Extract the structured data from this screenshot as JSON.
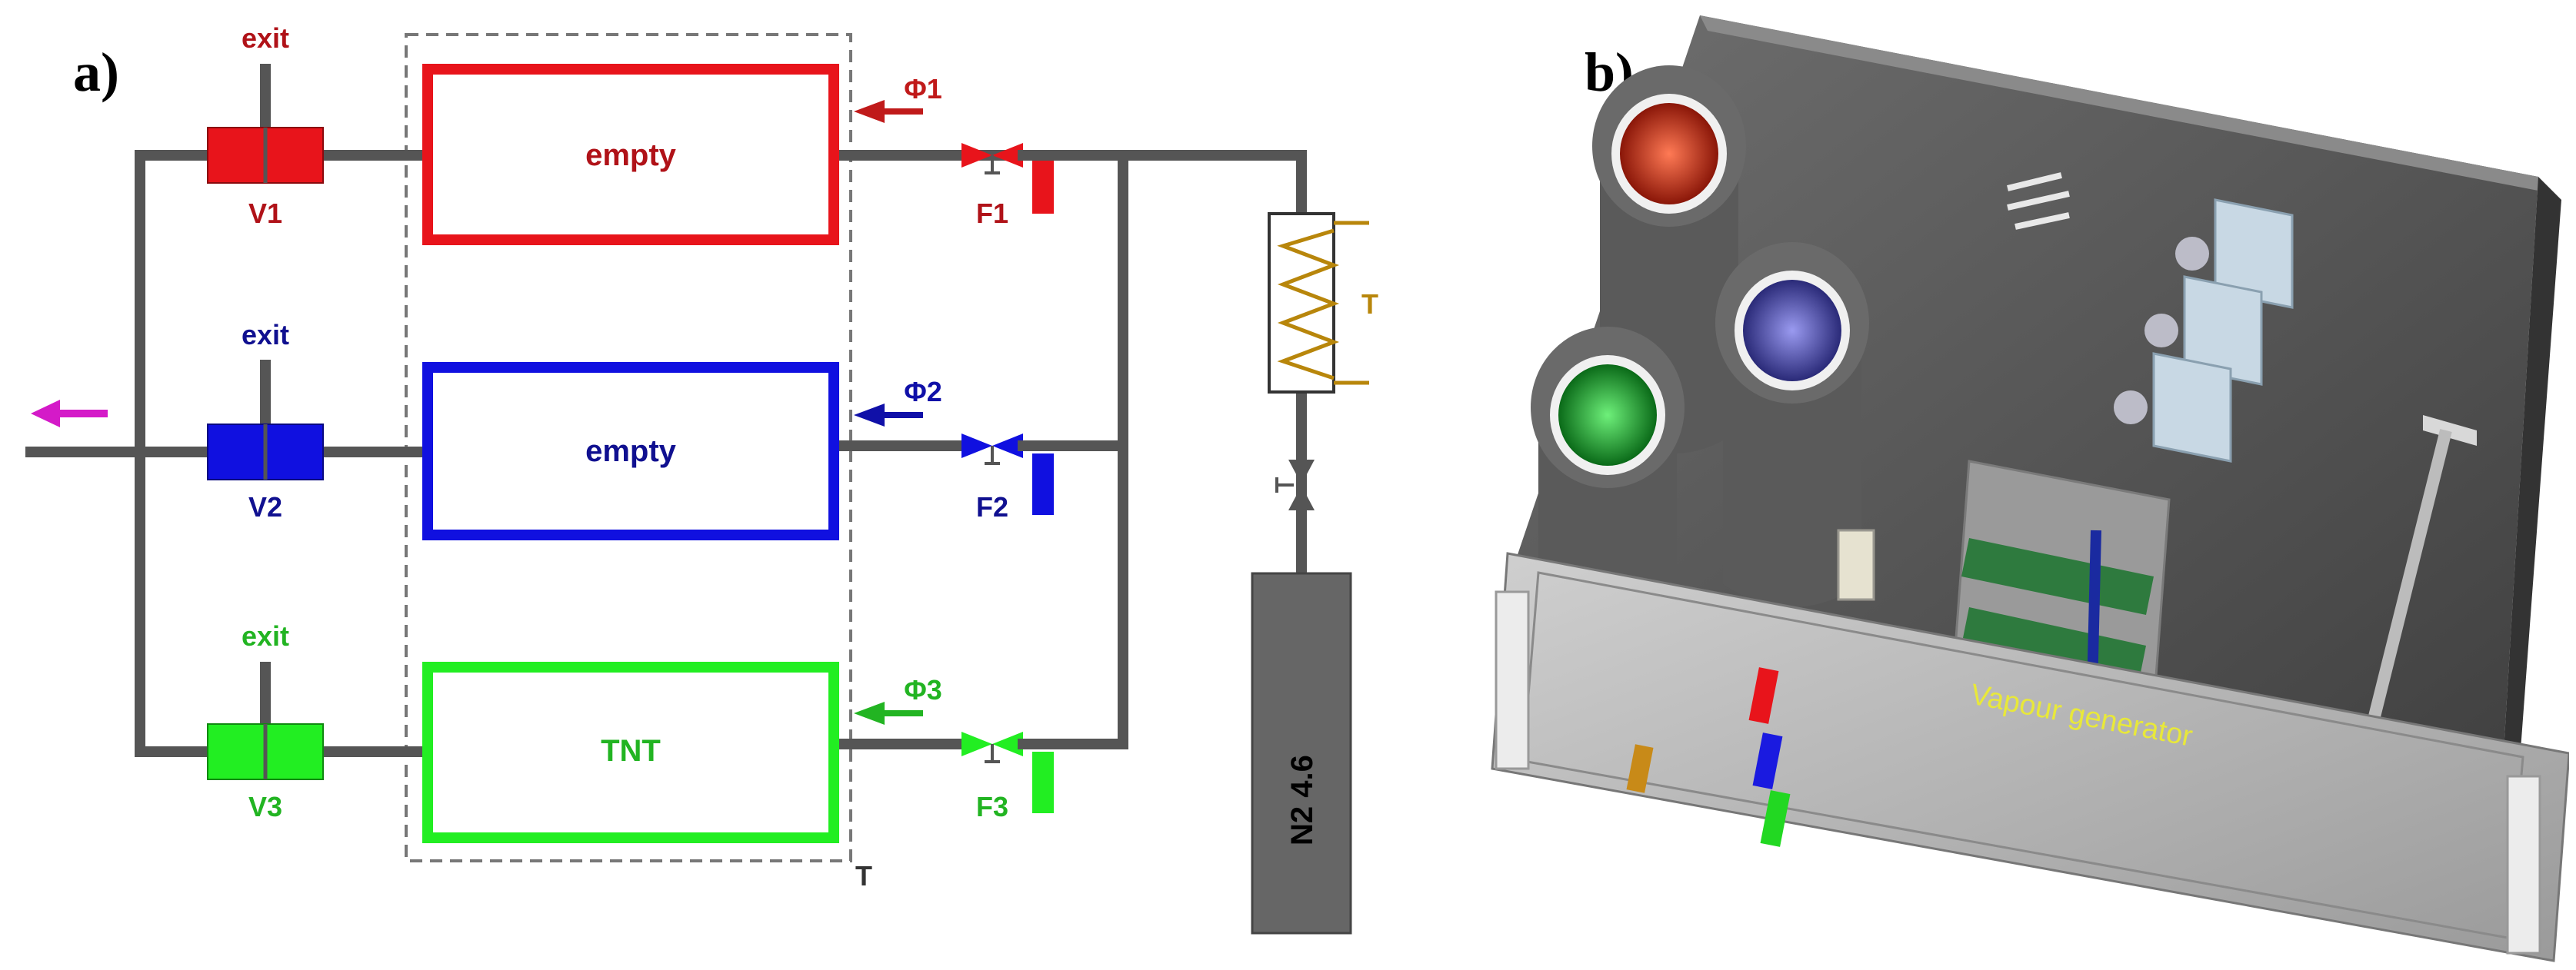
{
  "panels": {
    "a_label": "a)",
    "b_label": "b)"
  },
  "lines": [
    {
      "valve_label": "V1",
      "exit_label": "exit",
      "chamber_label": "empty",
      "flow_label": "Φ1",
      "flow_controller_label": "F1",
      "color": "#e8141b",
      "text_color": "#b01218"
    },
    {
      "valve_label": "V2",
      "exit_label": "exit",
      "chamber_label": "empty",
      "flow_label": "Φ2",
      "flow_controller_label": "F2",
      "color": "#1010e0",
      "text_color": "#101090"
    },
    {
      "valve_label": "V3",
      "exit_label": "exit",
      "chamber_label": "TNT",
      "flow_label": "Φ3",
      "flow_controller_label": "F3",
      "color": "#22ee22",
      "text_color": "#22b422"
    }
  ],
  "heater": {
    "label": "T",
    "color": "#b8860b"
  },
  "oven": {
    "label": "T"
  },
  "gas_cylinder": {
    "label": "N2 4.6",
    "color": "#666666"
  },
  "outlet_arrow_color": "#d41ac8",
  "device_render": {
    "front_panel_text": "Vapour generator",
    "text_color": "#e8e83a",
    "canister_colors": [
      "#d02818",
      "#4848b0",
      "#18a028"
    ]
  }
}
